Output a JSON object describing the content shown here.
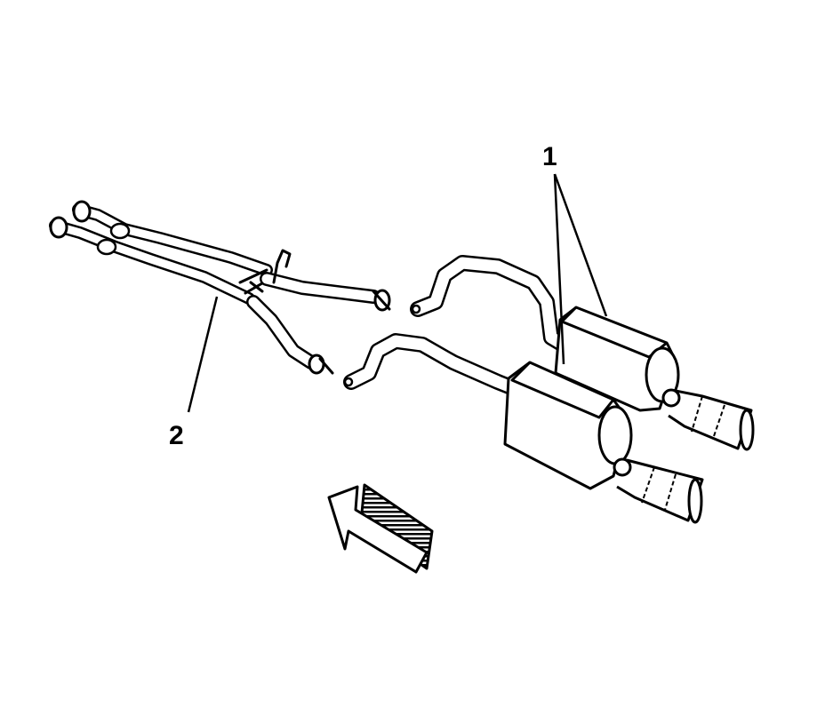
{
  "diagram": {
    "callouts": [
      {
        "id": "1",
        "label": "1"
      },
      {
        "id": "2",
        "label": "2"
      }
    ],
    "colors": {
      "line": "#000000",
      "pipe_fill": "#ffffff",
      "background": "#ffffff"
    }
  }
}
